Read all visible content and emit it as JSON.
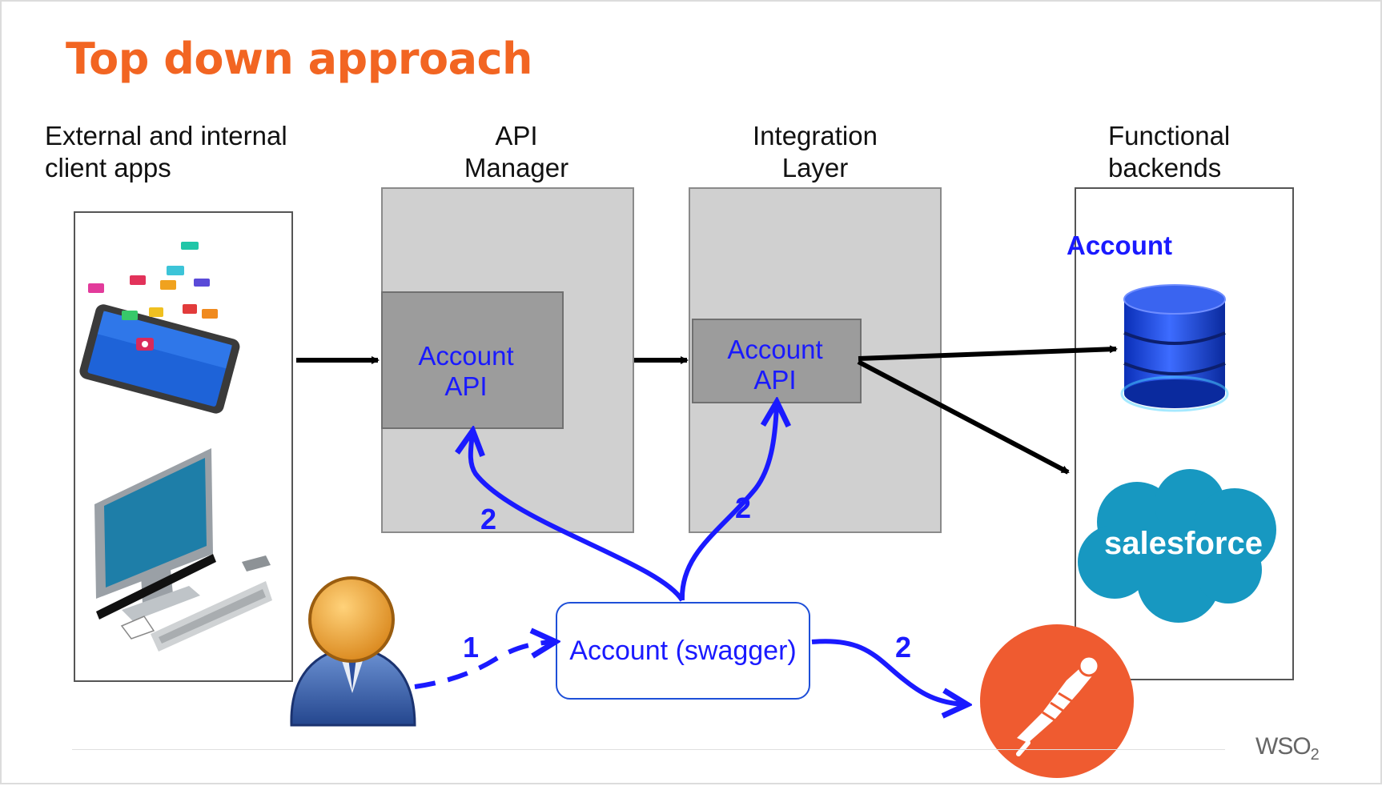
{
  "slide": {
    "title": "Top down approach"
  },
  "columns": {
    "clients": [
      "External and internal",
      "client apps"
    ],
    "api_manager": [
      "API",
      "Manager"
    ],
    "integration": [
      "Integration",
      "Layer"
    ],
    "backends": [
      "Functional",
      "backends"
    ]
  },
  "api_manager_box": {
    "label_line1": "Account",
    "label_line2": "API"
  },
  "integration_box": {
    "label_line1": "Account",
    "label_line2": "API"
  },
  "backends_box": {
    "label": "Account",
    "salesforce_logo": "salesforce"
  },
  "swagger_box": {
    "label": "Account (swagger)"
  },
  "steps": {
    "one": "1",
    "two_api": "2",
    "two_integration": "2",
    "two_postman": "2"
  },
  "icons": [
    "tablet-icon",
    "desktop-computer-icon",
    "user-icon",
    "database-icon",
    "salesforce-logo",
    "postman-logo",
    "wso2-logo"
  ],
  "colors": {
    "title": "#f26522",
    "accent_blue": "#1a1aff",
    "tier_fill": "#d0d0d0",
    "api_fill": "#9c9c9c",
    "postman": "#ef5b30",
    "salesforce": "#1798c1"
  },
  "brand": {
    "wso2_text": "WSO",
    "wso2_sub": "2"
  }
}
